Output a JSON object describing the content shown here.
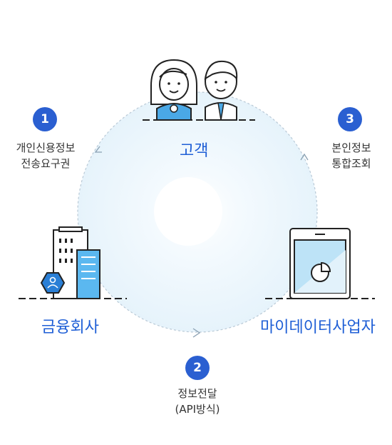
{
  "nodes": {
    "customer": "고객",
    "financial": "금융회사",
    "mydata": "마이데이터사업자"
  },
  "steps": [
    {
      "num": "1",
      "line1": "개인신용정보",
      "line2": "전송요구권"
    },
    {
      "num": "2",
      "line1": "정보전달",
      "line2": "(API방식)"
    },
    {
      "num": "3",
      "line1": "본인정보",
      "line2": "통합조회"
    }
  ],
  "colors": {
    "accent": "#2a5fd1",
    "circle": "#eaf5fc",
    "icon_blue": "#5bb8f0"
  }
}
